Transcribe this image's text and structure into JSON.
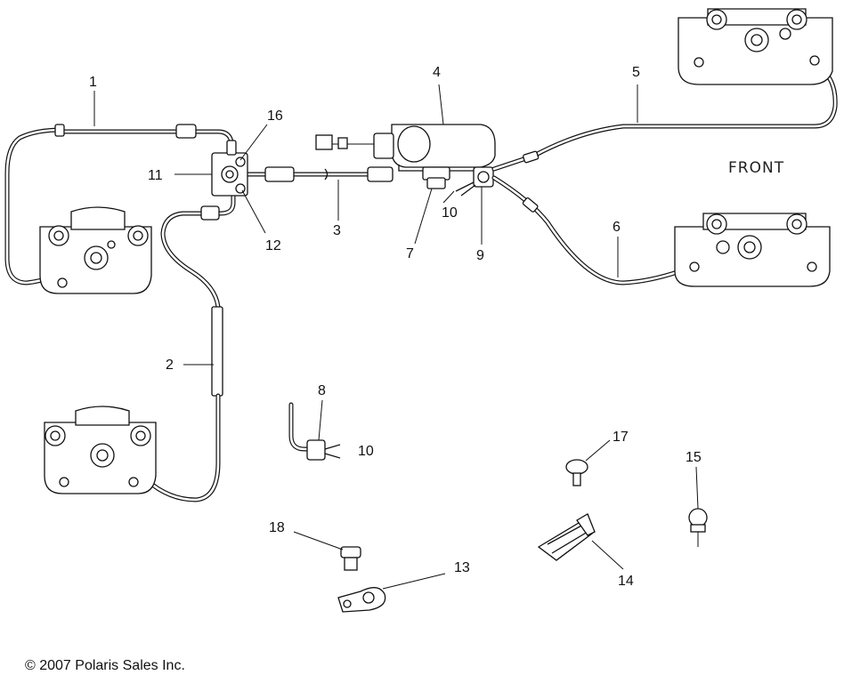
{
  "diagram": {
    "front_label": "FRONT",
    "copyright": "© 2007 Polaris Sales Inc.",
    "callouts": [
      {
        "id": "c1",
        "text": "1"
      },
      {
        "id": "c2",
        "text": "2"
      },
      {
        "id": "c3",
        "text": "3"
      },
      {
        "id": "c4",
        "text": "4"
      },
      {
        "id": "c5",
        "text": "5"
      },
      {
        "id": "c6",
        "text": "6"
      },
      {
        "id": "c7",
        "text": "7"
      },
      {
        "id": "c8",
        "text": "8"
      },
      {
        "id": "c9",
        "text": "9"
      },
      {
        "id": "c10a",
        "text": "10"
      },
      {
        "id": "c10b",
        "text": "10"
      },
      {
        "id": "c11",
        "text": "11"
      },
      {
        "id": "c12",
        "text": "12"
      },
      {
        "id": "c13",
        "text": "13"
      },
      {
        "id": "c14",
        "text": "14"
      },
      {
        "id": "c15",
        "text": "15"
      },
      {
        "id": "c16",
        "text": "16"
      },
      {
        "id": "c17",
        "text": "17"
      },
      {
        "id": "c18",
        "text": "18"
      }
    ]
  }
}
